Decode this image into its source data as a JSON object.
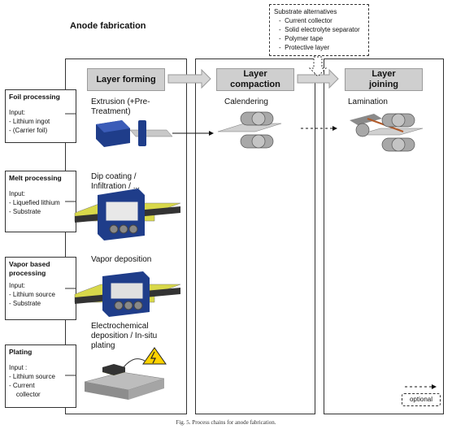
{
  "title": "Anode fabrication",
  "stages": [
    {
      "label": "Layer forming"
    },
    {
      "label": "Layer compaction"
    },
    {
      "label": "Layer joining"
    }
  ],
  "substrate_alternatives": {
    "heading": "Substrate alternatives",
    "items": [
      "Current collector",
      "Solid electrolyte separator",
      "Polymer tape",
      "Protective layer"
    ]
  },
  "inputs": [
    {
      "heading": "Foil processing",
      "lines": [
        "Input:",
        "-   Lithium ingot",
        "-   (Carrier foil)"
      ]
    },
    {
      "heading": "Melt processing",
      "lines": [
        "Input:",
        "-   Liquefied lithium",
        "-   Substrate"
      ]
    },
    {
      "heading": "Vapor based processing",
      "lines": [
        "Input:",
        "-   Lithium source",
        "-   Substrate"
      ]
    },
    {
      "heading": "Plating",
      "lines": [
        "Input :",
        "-   Lithium source",
        "-   Current",
        "    collector"
      ]
    }
  ],
  "processes": {
    "extrusion": "Extrusion (+Pre-Treatment)",
    "dip_coating": "Dip coating / Infiltration / ...",
    "vapor": "Vapor deposition",
    "electro": "Electrochemical deposition / In-situ plating",
    "calendering": "Calendering",
    "lamination": "Lamination"
  },
  "legend": {
    "optional": "optional"
  },
  "caption": "Fig. 5. Process chains for anode fabrication.",
  "colors": {
    "stage_bg": "#cfcfcf",
    "machine_blue": "#1f3d8a",
    "substrate_yellow": "#e8e84a",
    "roller_gray": "#9a9a9a",
    "warning_yellow": "#ffd200"
  }
}
